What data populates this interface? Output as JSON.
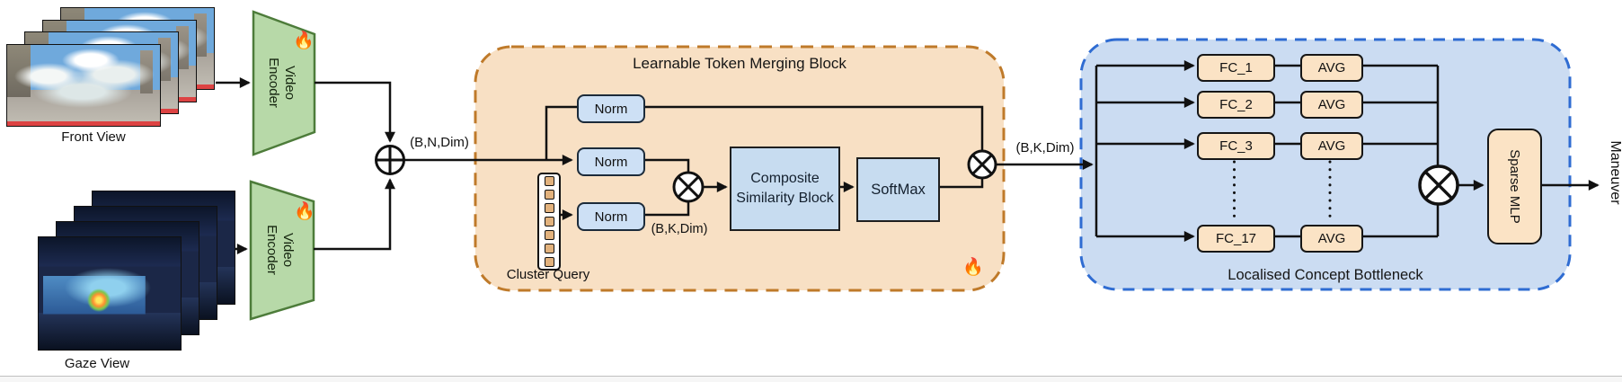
{
  "labels": {
    "front_view": "Front View",
    "gaze_view": "Gaze View",
    "bn_dim": "(B,N,Dim)",
    "bk_dim_inner": "(B,K,Dim)",
    "bk_dim_out": "(B,K,Dim)",
    "maneuver": "Maneuver"
  },
  "encoder": {
    "line1": "Video",
    "line2": "Encoder"
  },
  "icons": {
    "fire": "🔥"
  },
  "token_merging": {
    "title": "Learnable Token Merging Block",
    "norms": [
      "Norm",
      "Norm",
      "Norm"
    ],
    "cluster_query": "Cluster Query",
    "composite_block": "Composite Similarity Block",
    "softmax": "SoftMax"
  },
  "concept_bottleneck": {
    "title": "Localised Concept Bottleneck",
    "rows": [
      {
        "fc": "FC_1",
        "avg": "AVG"
      },
      {
        "fc": "FC_2",
        "avg": "AVG"
      },
      {
        "fc": "FC_3",
        "avg": "AVG"
      },
      {
        "fc": "FC_17",
        "avg": "AVG"
      }
    ],
    "sparse_mlp": "Sparse MLP"
  },
  "colors": {
    "orange_fill": "#f8e0c4",
    "orange_border": "#bf7a2a",
    "blue_fill": "#cbdcf2",
    "blue_border": "#2f6cd2",
    "box_blue": "#c7dcf0",
    "box_tan": "#fbe3c5",
    "encoder_green": "#b7d9a8",
    "encoder_border": "#4d7c3a"
  }
}
